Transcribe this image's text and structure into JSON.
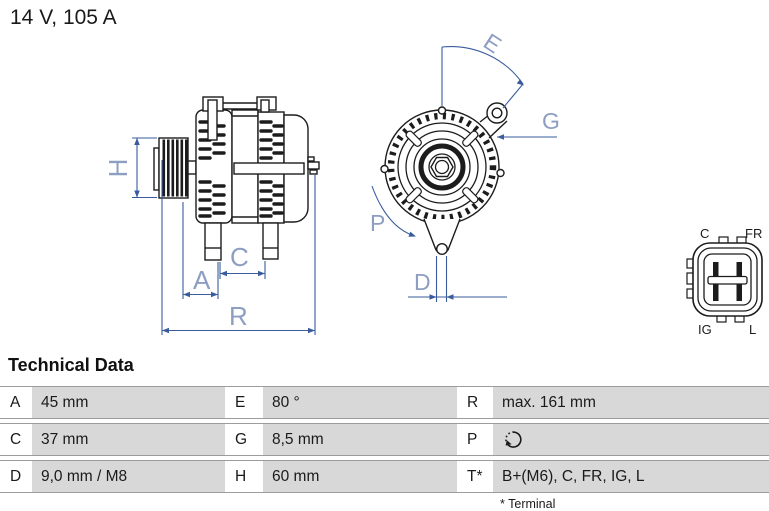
{
  "header": {
    "title": "14 V, 105 A"
  },
  "diagram": {
    "dimension_labels": {
      "H": "H",
      "A": "A",
      "C": "C",
      "R": "R",
      "E": "E",
      "G": "G",
      "P": "P",
      "D": "D"
    },
    "connector_labels": {
      "c": "C",
      "fr": "FR",
      "ig": "IG",
      "l": "L"
    },
    "colors": {
      "line": "#1c1c1c",
      "dimension_line": "#3a5c9e",
      "dimension_label": "#8d9ec2"
    }
  },
  "technical_data": {
    "title": "Technical Data",
    "footnote": "* Terminal",
    "rows": [
      {
        "cells": [
          {
            "key": "A",
            "value": "45 mm"
          },
          {
            "key": "E",
            "value": "80 °"
          },
          {
            "key": "R",
            "value": "max. 161 mm"
          }
        ]
      },
      {
        "cells": [
          {
            "key": "C",
            "value": "37 mm"
          },
          {
            "key": "G",
            "value": "8,5 mm"
          },
          {
            "key": "P",
            "value": "",
            "icon": "rotation-direction-icon"
          }
        ]
      },
      {
        "cells": [
          {
            "key": "D",
            "value": "9,0 mm / M8"
          },
          {
            "key": "H",
            "value": "60 mm"
          },
          {
            "key": "T*",
            "value": "B+(M6), C, FR, IG, L"
          }
        ]
      }
    ]
  }
}
